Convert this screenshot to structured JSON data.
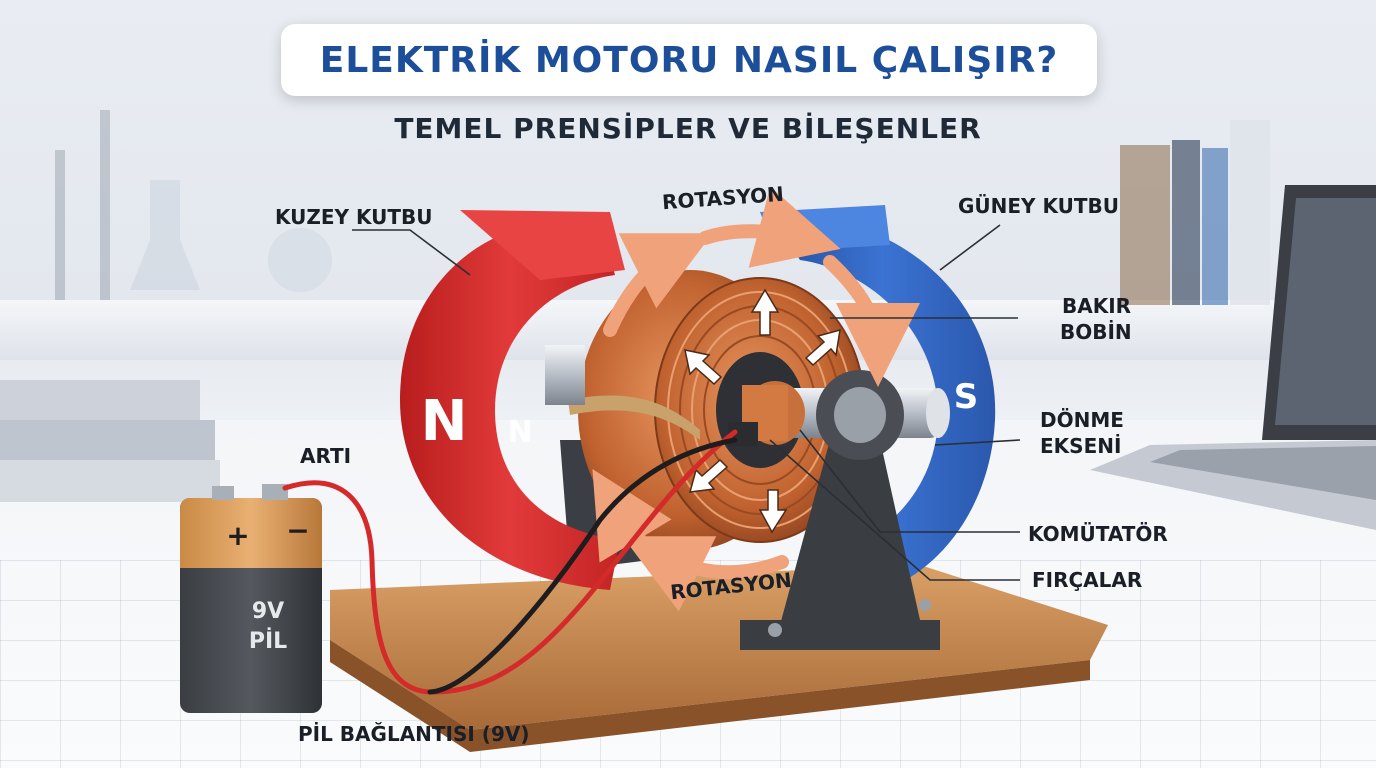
{
  "title": "ELEKTRİK MOTORU NASIL ÇALIŞIR?",
  "subtitle": "TEMEL PRENSİPLER VE BİLEŞENLER",
  "magnets": {
    "north_big": "N",
    "north_small": "N",
    "south": "S"
  },
  "battery": {
    "plus": "+",
    "minus": "−",
    "line1": "9V",
    "line2": "PİL"
  },
  "labels": {
    "north_pole": "KUZEY KUTBU",
    "south_pole": "GÜNEY KUTBU",
    "rotation_top": "ROTASYON",
    "rotation_bottom": "ROTASYON",
    "copper_coil_1": "BAKIR",
    "copper_coil_2": "BOBİN",
    "axis_1": "DÖNME",
    "axis_2": "EKSENİ",
    "commutator": "KOMÜTATÖR",
    "brushes": "FIRÇALAR",
    "positive": "ARTI",
    "battery_connection": "PİL BAĞLANTISI (9V)"
  },
  "colors": {
    "title": "#1d4e9a",
    "north_magnet": "#d42a2a",
    "south_magnet": "#2f63c4",
    "copper": "#c8683a",
    "arrow": "#f0a27a",
    "wood": "#c88a52"
  }
}
